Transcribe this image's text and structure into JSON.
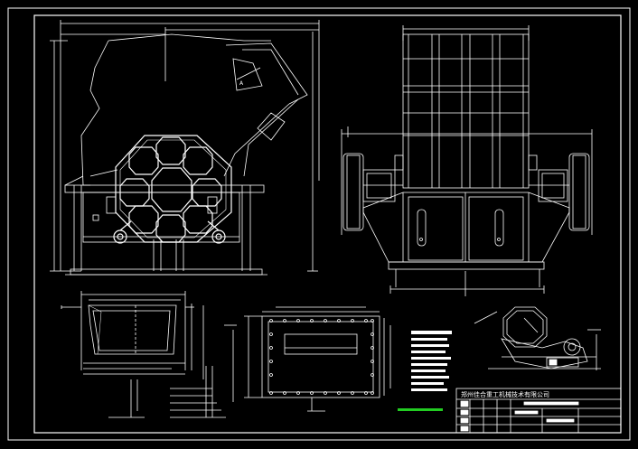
{
  "colors": {
    "background": "#000000",
    "line": "#ffffff",
    "highlight": "#22cc22"
  },
  "drawing": {
    "views": [
      {
        "name": "front-elevation"
      },
      {
        "name": "side-elevation"
      },
      {
        "name": "hopper-section"
      },
      {
        "name": "base-plate-plan"
      },
      {
        "name": "rotor-detail"
      }
    ]
  },
  "title_block": {
    "company": "郑州佳合重工机械技术有限公司",
    "rows": [
      "设计",
      "制图",
      "审核",
      "工艺",
      "批准"
    ]
  }
}
